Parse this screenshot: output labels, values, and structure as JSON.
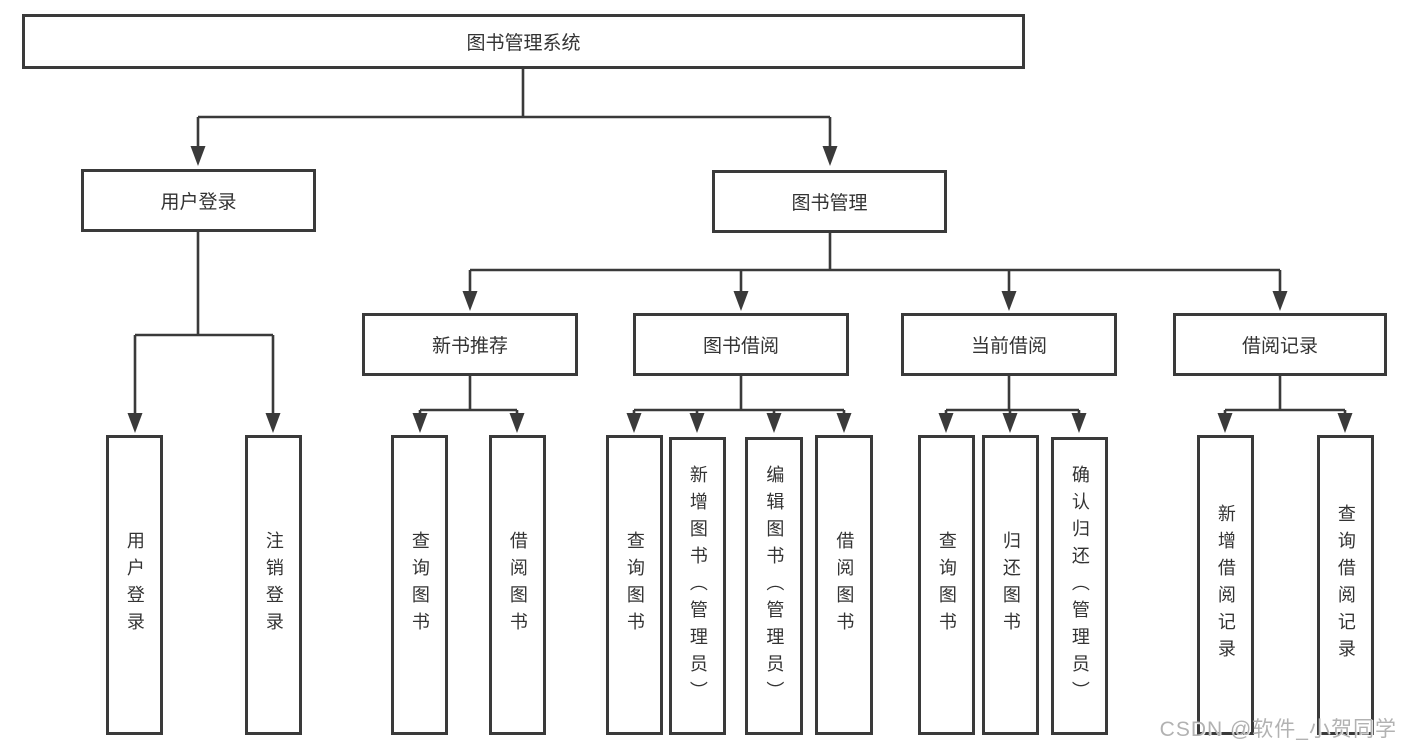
{
  "diagram": {
    "title": "图书管理系统",
    "watermark": "CSDN @软件_小贺同学",
    "colors": {
      "line": "#3a3a3a",
      "box_border": "#3a3a3a",
      "box_bg": "#ffffff",
      "text": "#333333",
      "watermark": "#b2b2b2"
    },
    "nodes": [
      {
        "id": "root",
        "label": "图书管理系统",
        "level": 1,
        "parent": null
      },
      {
        "id": "user-login",
        "label": "用户登录",
        "level": 2,
        "parent": "root"
      },
      {
        "id": "book-mgmt",
        "label": "图书管理",
        "level": 2,
        "parent": "root"
      },
      {
        "id": "new-book-rec",
        "label": "新书推荐",
        "level": 3,
        "parent": "book-mgmt"
      },
      {
        "id": "book-borrow",
        "label": "图书借阅",
        "level": 3,
        "parent": "book-mgmt"
      },
      {
        "id": "current-borrow",
        "label": "当前借阅",
        "level": 3,
        "parent": "book-mgmt"
      },
      {
        "id": "borrow-records",
        "label": "借阅记录",
        "level": 3,
        "parent": "book-mgmt"
      },
      {
        "id": "login",
        "label": "用户登录",
        "level": 4,
        "parent": "user-login"
      },
      {
        "id": "logout",
        "label": "注销登录",
        "level": 4,
        "parent": "user-login"
      },
      {
        "id": "rec-query-book",
        "label": "查询图书",
        "level": 4,
        "parent": "new-book-rec"
      },
      {
        "id": "rec-borrow-book",
        "label": "借阅图书",
        "level": 4,
        "parent": "new-book-rec"
      },
      {
        "id": "bb-query-book",
        "label": "查询图书",
        "level": 4,
        "parent": "book-borrow"
      },
      {
        "id": "bb-add-book",
        "label": "新增图书（管理员）",
        "level": 4,
        "parent": "book-borrow"
      },
      {
        "id": "bb-edit-book",
        "label": "编辑图书（管理员）",
        "level": 4,
        "parent": "book-borrow"
      },
      {
        "id": "bb-borrow-book",
        "label": "借阅图书",
        "level": 4,
        "parent": "book-borrow"
      },
      {
        "id": "cb-query-book",
        "label": "查询图书",
        "level": 4,
        "parent": "current-borrow"
      },
      {
        "id": "cb-return-book",
        "label": "归还图书",
        "level": 4,
        "parent": "current-borrow"
      },
      {
        "id": "cb-confirm-return",
        "label": "确认归还（管理员）",
        "level": 4,
        "parent": "current-borrow"
      },
      {
        "id": "br-add-record",
        "label": "新增借阅记录",
        "level": 4,
        "parent": "borrow-records"
      },
      {
        "id": "br-query-record",
        "label": "查询借阅记录",
        "level": 4,
        "parent": "borrow-records"
      }
    ]
  }
}
